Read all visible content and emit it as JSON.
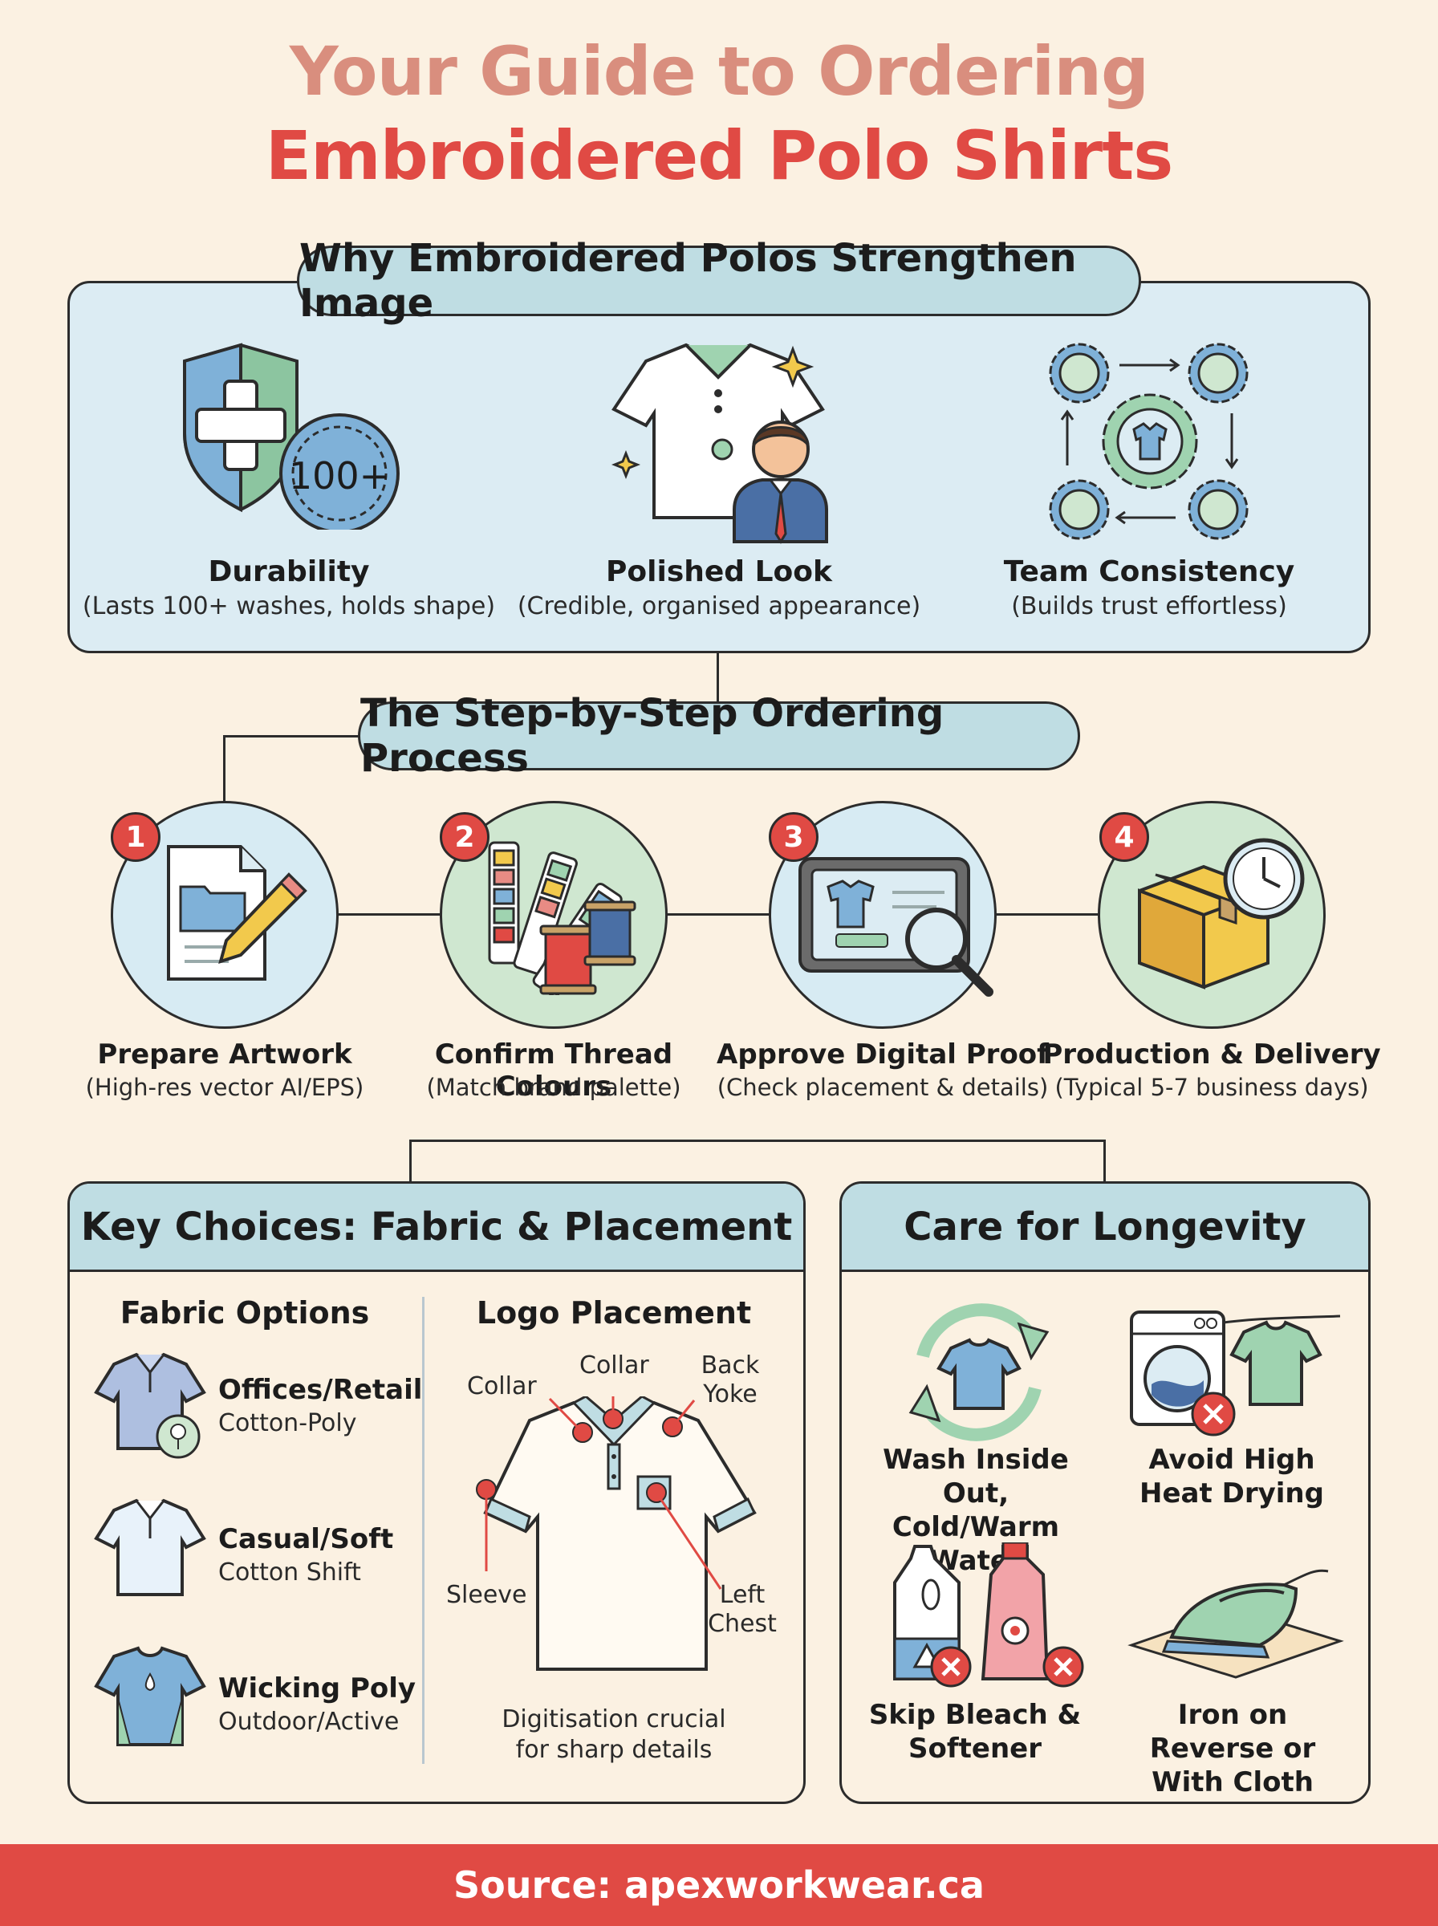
{
  "title": {
    "line1": "Your Guide to Ordering",
    "line2": "Embroidered Polo Shirts"
  },
  "why": {
    "heading": "Why Embroidered Polos Strengthen Image",
    "items": [
      {
        "label": "Durability",
        "sub": "(Lasts 100+ washes, holds shape)",
        "icon": "shield-icon",
        "badge_text": "100+"
      },
      {
        "label": "Polished Look",
        "sub": "(Credible, organised appearance)",
        "icon": "polo-professional-icon"
      },
      {
        "label": "Team Consistency",
        "sub": "(Builds trust effortless)",
        "icon": "gears-icon"
      }
    ]
  },
  "process": {
    "heading": "The Step-by-Step Ordering Process",
    "steps": [
      {
        "num": "1",
        "label": "Prepare Artwork",
        "sub": "(High-res vector AI/EPS)",
        "icon": "document-pencil-icon",
        "circle_color": "#d7ebf3"
      },
      {
        "num": "2",
        "label": "Confirm Thread Colours",
        "sub": "(Match brand palette)",
        "icon": "swatches-thread-icon",
        "circle_color": "#cfe7d0"
      },
      {
        "num": "3",
        "label": "Approve Digital Proof",
        "sub": "(Check placement & details)",
        "icon": "tablet-magnifier-icon",
        "circle_color": "#d7ebf3"
      },
      {
        "num": "4",
        "label": "Production & Delivery",
        "sub": "(Typical 5-7 business days)",
        "icon": "box-clock-icon",
        "circle_color": "#cfe7d0"
      }
    ]
  },
  "choices": {
    "heading": "Key Choices: Fabric & Placement",
    "fabric_heading": "Fabric Options",
    "fabrics": [
      {
        "title": "Offices/Retail",
        "sub": "Cotton-Poly",
        "icon": "polo-cotton-icon"
      },
      {
        "title": "Casual/Soft",
        "sub": "Cotton Shift",
        "icon": "polo-light-icon"
      },
      {
        "title": "Wicking Poly",
        "sub": "Outdoor/Active",
        "icon": "sport-shirt-icon"
      }
    ],
    "placement_heading": "Logo Placement",
    "placements": {
      "collar_left": "Collar",
      "collar_top": "Collar",
      "back_yoke": "Back Yoke",
      "sleeve": "Sleeve",
      "left_chest": "Left Chest"
    },
    "note": "Digitisation crucial for sharp details"
  },
  "care": {
    "heading": "Care for Longevity",
    "items": [
      {
        "label": "Wash Inside Out, Cold/Warm Water",
        "icon": "wash-cycle-icon"
      },
      {
        "label": "Avoid High Heat Drying",
        "icon": "dryer-no-icon"
      },
      {
        "label": "Skip Bleach & Softener",
        "icon": "bleach-no-icon"
      },
      {
        "label": "Iron on Reverse or With Cloth",
        "icon": "iron-icon"
      }
    ]
  },
  "footer": {
    "text": "Source: apexworkwear.ca"
  },
  "colors": {
    "accent_red": "#e04a44",
    "title_pink": "#d98e7e",
    "panel_blue": "#dcecf3",
    "header_teal": "#bfdde3",
    "background": "#fbf1e2"
  }
}
